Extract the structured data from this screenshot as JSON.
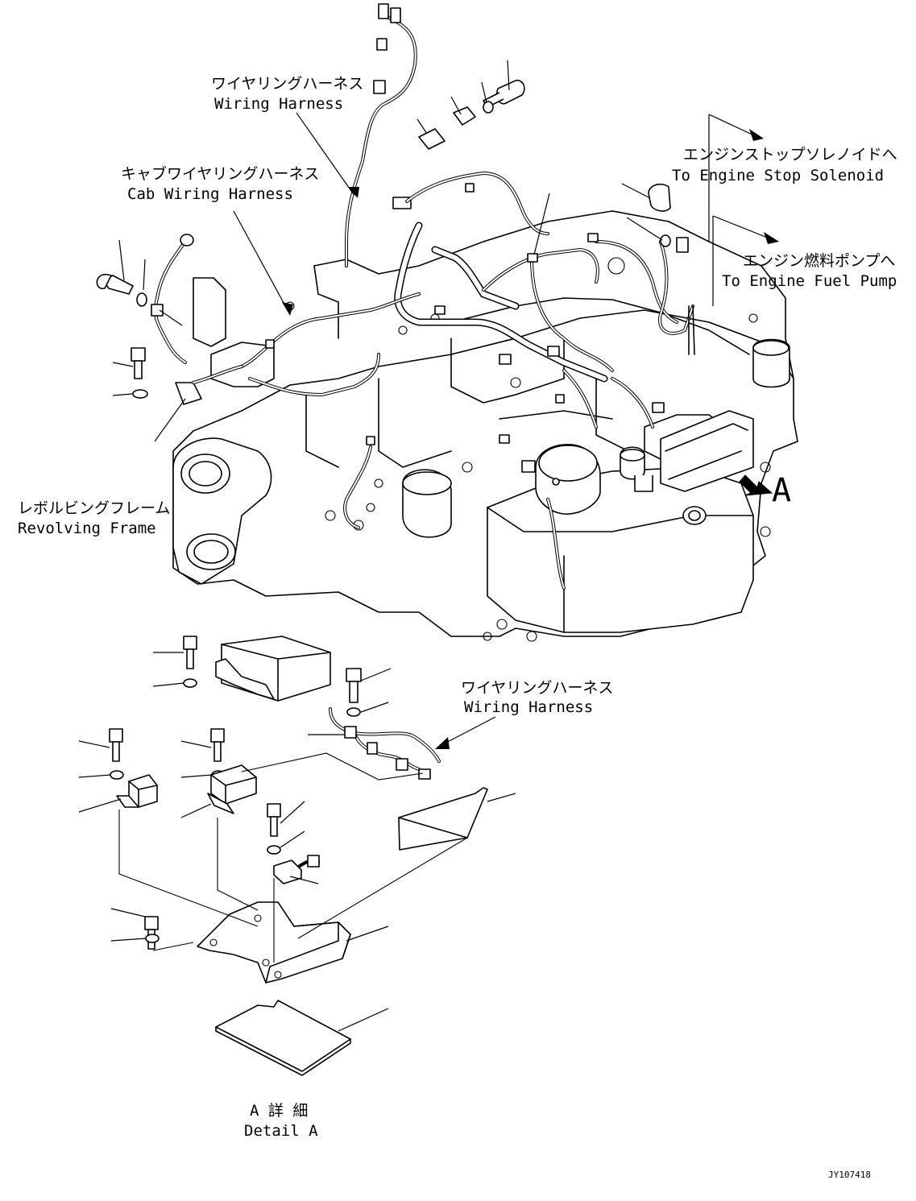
{
  "labels": {
    "wiring_harness_top_jp": "ワイヤリングハーネス",
    "wiring_harness_top_en": "Wiring Harness",
    "cab_harness_jp": "キャブワイヤリングハーネス",
    "cab_harness_en": "Cab Wiring Harness",
    "stop_solenoid_jp": "エンジンストップソレノイドへ",
    "stop_solenoid_en": "To Engine Stop Solenoid",
    "fuel_pump_jp": "エンジン燃料ポンプへ",
    "fuel_pump_en": "To Engine Fuel Pump",
    "revolving_frame_jp": "レボルビングフレーム",
    "revolving_frame_en": "Revolving Frame",
    "view_marker": "A",
    "wiring_harness_detail_jp": "ワイヤリングハーネス",
    "wiring_harness_detail_en": "Wiring Harness",
    "detail_a_jp": "A 詳 細",
    "detail_a_en": "Detail A",
    "drawing_id": "JY107418"
  }
}
